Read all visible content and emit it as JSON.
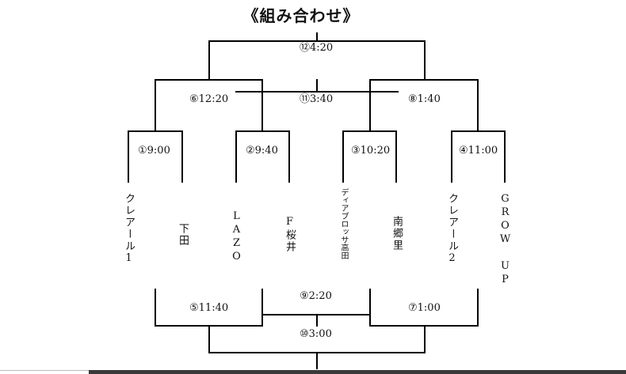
{
  "title": "《組み合わせ》",
  "matches": {
    "m1": "①9:00",
    "m2": "②9:40",
    "m3": "③10:20",
    "m4": "④11:00",
    "m5": "⑤11:40",
    "m6": "⑥12:20",
    "m7": "⑦1:00",
    "m8": "⑧1:40",
    "m9": "⑨2:20",
    "m10": "⑩3:00",
    "m11": "⑪3:40",
    "m12": "⑫4:20"
  },
  "teams": {
    "t1": "クレアール1",
    "t2": "下田",
    "t3": "LAZO",
    "t4": "F桜井",
    "t5": "ディアブロッサ高田",
    "t6": "南郷里",
    "t7": "クレアール2",
    "t8": "GROW UP"
  }
}
